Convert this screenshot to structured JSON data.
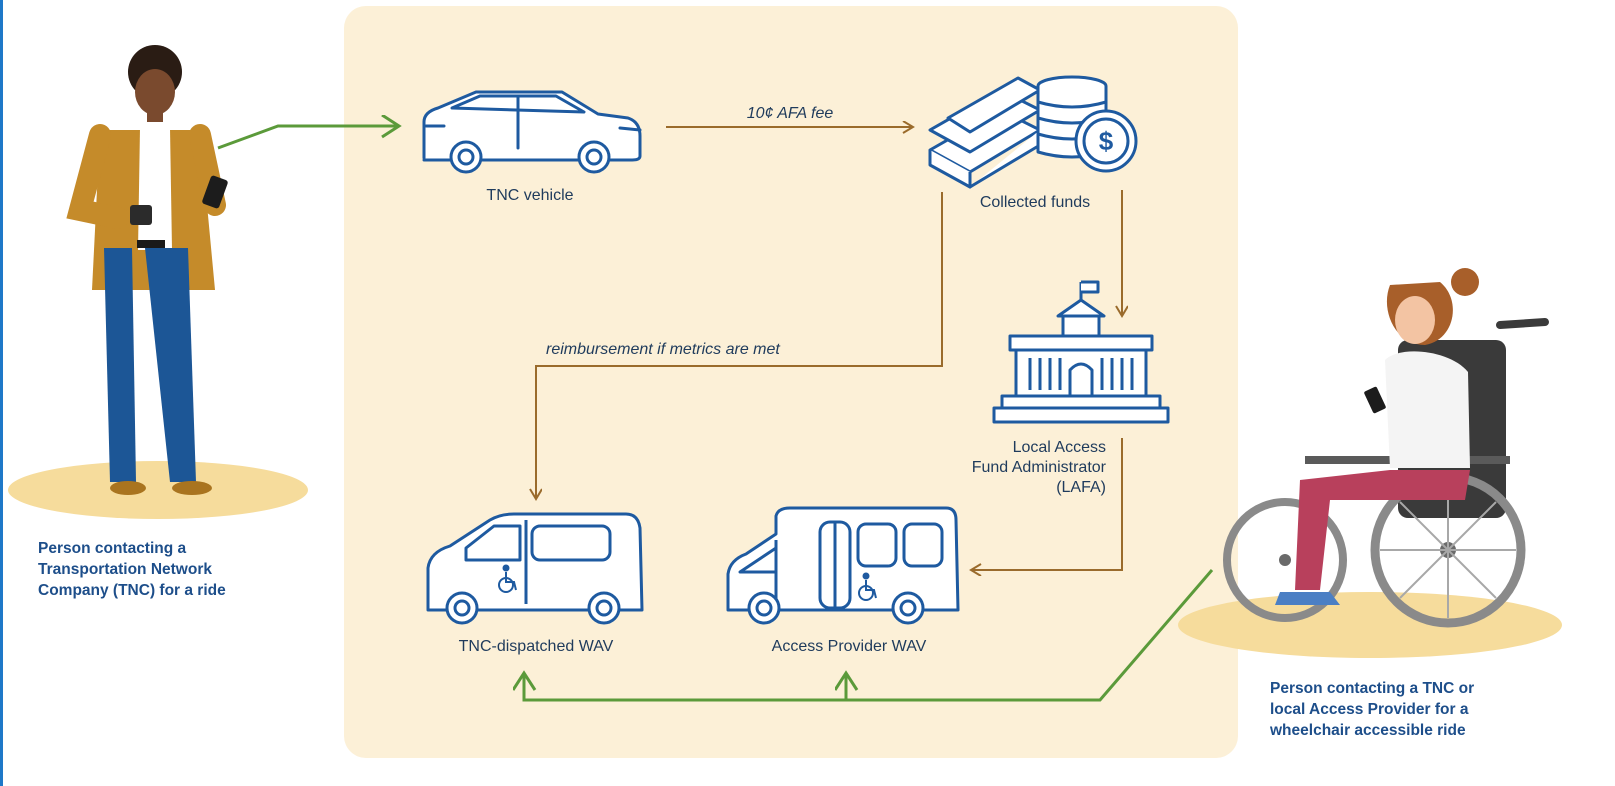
{
  "labels": {
    "tnc_vehicle": "TNC vehicle",
    "afa_fee": "10¢ AFA fee",
    "collected_funds": "Collected funds",
    "reimbursement": "reimbursement if metrics are met",
    "lafa_line1": "Local Access",
    "lafa_line2": "Fund Administrator",
    "lafa_line3": "(LAFA)",
    "tnc_wav": "TNC-dispatched WAV",
    "access_provider_wav": "Access Provider WAV"
  },
  "captions": {
    "left": [
      "Person contacting a",
      "Transportation Network",
      "Company (TNC) for a ride"
    ],
    "right": [
      "Person contacting a TNC or",
      "local Access Provider for a",
      "wheelchair accessible ride"
    ]
  },
  "icons": [
    "person-icon",
    "car-icon",
    "money-icon",
    "government-building-icon",
    "wav-van-icon",
    "wav-bus-icon",
    "wheelchair-user-icon",
    "wheelchair-symbol-icon"
  ],
  "colors": {
    "panel": "#fcf0d7",
    "icon_blue": "#1e5aa0",
    "arrow_brown": "#9a6b2c",
    "arrow_green": "#5b9a3a",
    "caption_blue": "#1d4e8a"
  }
}
